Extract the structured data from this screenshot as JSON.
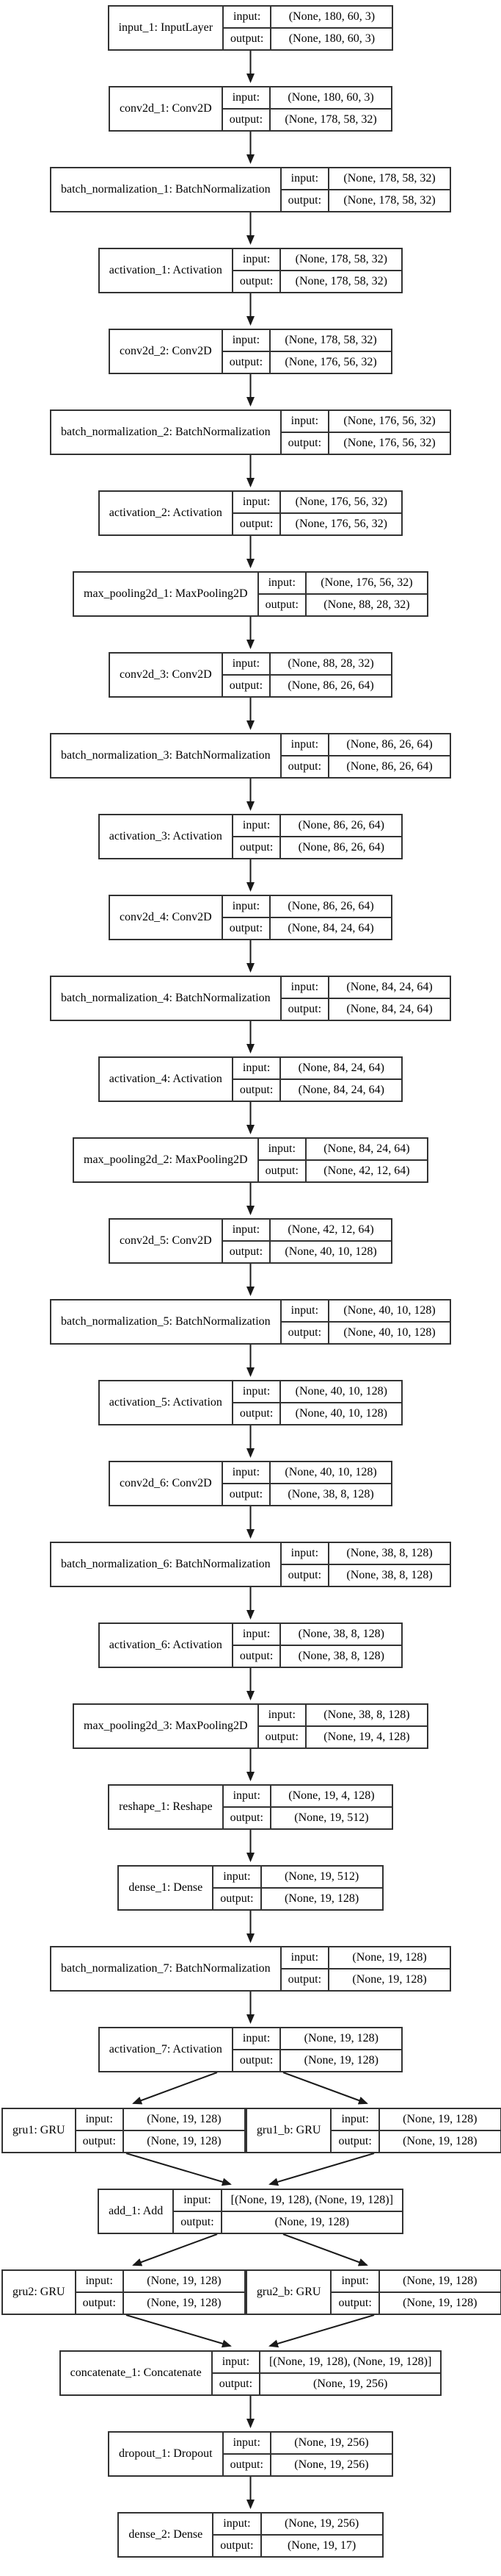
{
  "diagram": {
    "title": "keras-model-architecture",
    "io_labels": {
      "input": "input:",
      "output": "output:"
    },
    "colors": {
      "background": "#ffffff",
      "border": "#333333",
      "text": "#000000",
      "arrow": "#1a1a1a"
    },
    "rows": [
      [
        "input_1"
      ],
      [
        "conv2d_1"
      ],
      [
        "batch_normalization_1"
      ],
      [
        "activation_1"
      ],
      [
        "conv2d_2"
      ],
      [
        "batch_normalization_2"
      ],
      [
        "activation_2"
      ],
      [
        "max_pooling2d_1"
      ],
      [
        "conv2d_3"
      ],
      [
        "batch_normalization_3"
      ],
      [
        "activation_3"
      ],
      [
        "conv2d_4"
      ],
      [
        "batch_normalization_4"
      ],
      [
        "activation_4"
      ],
      [
        "max_pooling2d_2"
      ],
      [
        "conv2d_5"
      ],
      [
        "batch_normalization_5"
      ],
      [
        "activation_5"
      ],
      [
        "conv2d_6"
      ],
      [
        "batch_normalization_6"
      ],
      [
        "activation_6"
      ],
      [
        "max_pooling2d_3"
      ],
      [
        "reshape_1"
      ],
      [
        "dense_1"
      ],
      [
        "batch_normalization_7"
      ],
      [
        "activation_7"
      ],
      [
        "gru1",
        "gru1_b"
      ],
      [
        "add_1"
      ],
      [
        "gru2",
        "gru2_b"
      ],
      [
        "concatenate_1"
      ],
      [
        "dropout_1"
      ],
      [
        "dense_2"
      ]
    ],
    "nodes": {
      "input_1": {
        "label": "input_1: InputLayer",
        "input": "(None, 180, 60, 3)",
        "output": "(None, 180, 60, 3)"
      },
      "conv2d_1": {
        "label": "conv2d_1: Conv2D",
        "input": "(None, 180, 60, 3)",
        "output": "(None, 178, 58, 32)"
      },
      "batch_normalization_1": {
        "label": "batch_normalization_1: BatchNormalization",
        "input": "(None, 178, 58, 32)",
        "output": "(None, 178, 58, 32)"
      },
      "activation_1": {
        "label": "activation_1: Activation",
        "input": "(None, 178, 58, 32)",
        "output": "(None, 178, 58, 32)"
      },
      "conv2d_2": {
        "label": "conv2d_2: Conv2D",
        "input": "(None, 178, 58, 32)",
        "output": "(None, 176, 56, 32)"
      },
      "batch_normalization_2": {
        "label": "batch_normalization_2: BatchNormalization",
        "input": "(None, 176, 56, 32)",
        "output": "(None, 176, 56, 32)"
      },
      "activation_2": {
        "label": "activation_2: Activation",
        "input": "(None, 176, 56, 32)",
        "output": "(None, 176, 56, 32)"
      },
      "max_pooling2d_1": {
        "label": "max_pooling2d_1: MaxPooling2D",
        "input": "(None, 176, 56, 32)",
        "output": "(None, 88, 28, 32)"
      },
      "conv2d_3": {
        "label": "conv2d_3: Conv2D",
        "input": "(None, 88, 28, 32)",
        "output": "(None, 86, 26, 64)"
      },
      "batch_normalization_3": {
        "label": "batch_normalization_3: BatchNormalization",
        "input": "(None, 86, 26, 64)",
        "output": "(None, 86, 26, 64)"
      },
      "activation_3": {
        "label": "activation_3: Activation",
        "input": "(None, 86, 26, 64)",
        "output": "(None, 86, 26, 64)"
      },
      "conv2d_4": {
        "label": "conv2d_4: Conv2D",
        "input": "(None, 86, 26, 64)",
        "output": "(None, 84, 24, 64)"
      },
      "batch_normalization_4": {
        "label": "batch_normalization_4: BatchNormalization",
        "input": "(None, 84, 24, 64)",
        "output": "(None, 84, 24, 64)"
      },
      "activation_4": {
        "label": "activation_4: Activation",
        "input": "(None, 84, 24, 64)",
        "output": "(None, 84, 24, 64)"
      },
      "max_pooling2d_2": {
        "label": "max_pooling2d_2: MaxPooling2D",
        "input": "(None, 84, 24, 64)",
        "output": "(None, 42, 12, 64)"
      },
      "conv2d_5": {
        "label": "conv2d_5: Conv2D",
        "input": "(None, 42, 12, 64)",
        "output": "(None, 40, 10, 128)"
      },
      "batch_normalization_5": {
        "label": "batch_normalization_5: BatchNormalization",
        "input": "(None, 40, 10, 128)",
        "output": "(None, 40, 10, 128)"
      },
      "activation_5": {
        "label": "activation_5: Activation",
        "input": "(None, 40, 10, 128)",
        "output": "(None, 40, 10, 128)"
      },
      "conv2d_6": {
        "label": "conv2d_6: Conv2D",
        "input": "(None, 40, 10, 128)",
        "output": "(None, 38, 8, 128)"
      },
      "batch_normalization_6": {
        "label": "batch_normalization_6: BatchNormalization",
        "input": "(None, 38, 8, 128)",
        "output": "(None, 38, 8, 128)"
      },
      "activation_6": {
        "label": "activation_6: Activation",
        "input": "(None, 38, 8, 128)",
        "output": "(None, 38, 8, 128)"
      },
      "max_pooling2d_3": {
        "label": "max_pooling2d_3: MaxPooling2D",
        "input": "(None, 38, 8, 128)",
        "output": "(None, 19, 4, 128)"
      },
      "reshape_1": {
        "label": "reshape_1: Reshape",
        "input": "(None, 19, 4, 128)",
        "output": "(None, 19, 512)"
      },
      "dense_1": {
        "label": "dense_1: Dense",
        "input": "(None, 19, 512)",
        "output": "(None, 19, 128)"
      },
      "batch_normalization_7": {
        "label": "batch_normalization_7: BatchNormalization",
        "input": "(None, 19, 128)",
        "output": "(None, 19, 128)"
      },
      "activation_7": {
        "label": "activation_7: Activation",
        "input": "(None, 19, 128)",
        "output": "(None, 19, 128)"
      },
      "gru1": {
        "label": "gru1: GRU",
        "input": "(None, 19, 128)",
        "output": "(None, 19, 128)"
      },
      "gru1_b": {
        "label": "gru1_b: GRU",
        "input": "(None, 19, 128)",
        "output": "(None, 19, 128)"
      },
      "add_1": {
        "label": "add_1: Add",
        "input": "[(None, 19, 128), (None, 19, 128)]",
        "output": "(None, 19, 128)"
      },
      "gru2": {
        "label": "gru2: GRU",
        "input": "(None, 19, 128)",
        "output": "(None, 19, 128)"
      },
      "gru2_b": {
        "label": "gru2_b: GRU",
        "input": "(None, 19, 128)",
        "output": "(None, 19, 128)"
      },
      "concatenate_1": {
        "label": "concatenate_1: Concatenate",
        "input": "[(None, 19, 128), (None, 19, 128)]",
        "output": "(None, 19, 256)"
      },
      "dropout_1": {
        "label": "dropout_1: Dropout",
        "input": "(None, 19, 256)",
        "output": "(None, 19, 256)"
      },
      "dense_2": {
        "label": "dense_2: Dense",
        "input": "(None, 19, 256)",
        "output": "(None, 19, 17)"
      }
    }
  }
}
